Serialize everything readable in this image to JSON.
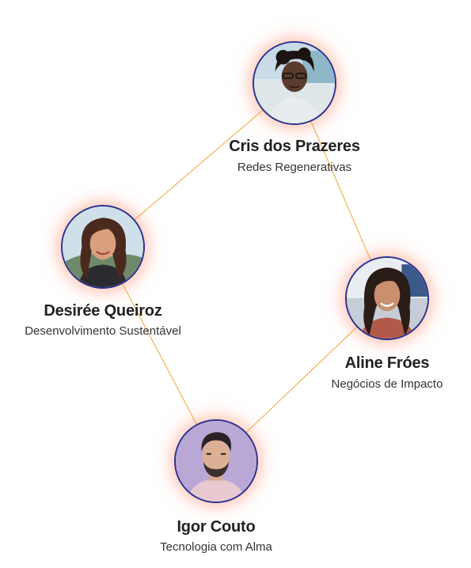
{
  "people": [
    {
      "name": "Cris dos Prazeres",
      "role": "Redes Regenerativas"
    },
    {
      "name": "Desirée Queiroz",
      "role": "Desenvolvimento Sustentável"
    },
    {
      "name": "Aline Fróes",
      "role": "Negócios de Impacto"
    },
    {
      "name": "Igor Couto",
      "role": "Tecnologia com Alma"
    }
  ],
  "colors": {
    "edge": "#f2b35a",
    "avatar_border": "#2a2f8f",
    "glow": "#ff7850"
  }
}
